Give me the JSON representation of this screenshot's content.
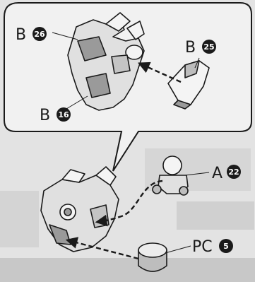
{
  "labels": {
    "b26": {
      "letter": "B",
      "number": "26"
    },
    "b25": {
      "letter": "B",
      "number": "25"
    },
    "b16": {
      "letter": "B",
      "number": "16"
    },
    "a22": {
      "letter": "A",
      "number": "22"
    },
    "pc5": {
      "letter": "PC",
      "number": "5"
    }
  },
  "colors": {
    "background": "#e3e3e3",
    "callout_fill": "#f1f1f1",
    "outline": "#1a1a1a",
    "part_fill": "#e0e0e0",
    "part_shade": "#9a9a9a",
    "shadow_grey": "#bdbdbd"
  }
}
